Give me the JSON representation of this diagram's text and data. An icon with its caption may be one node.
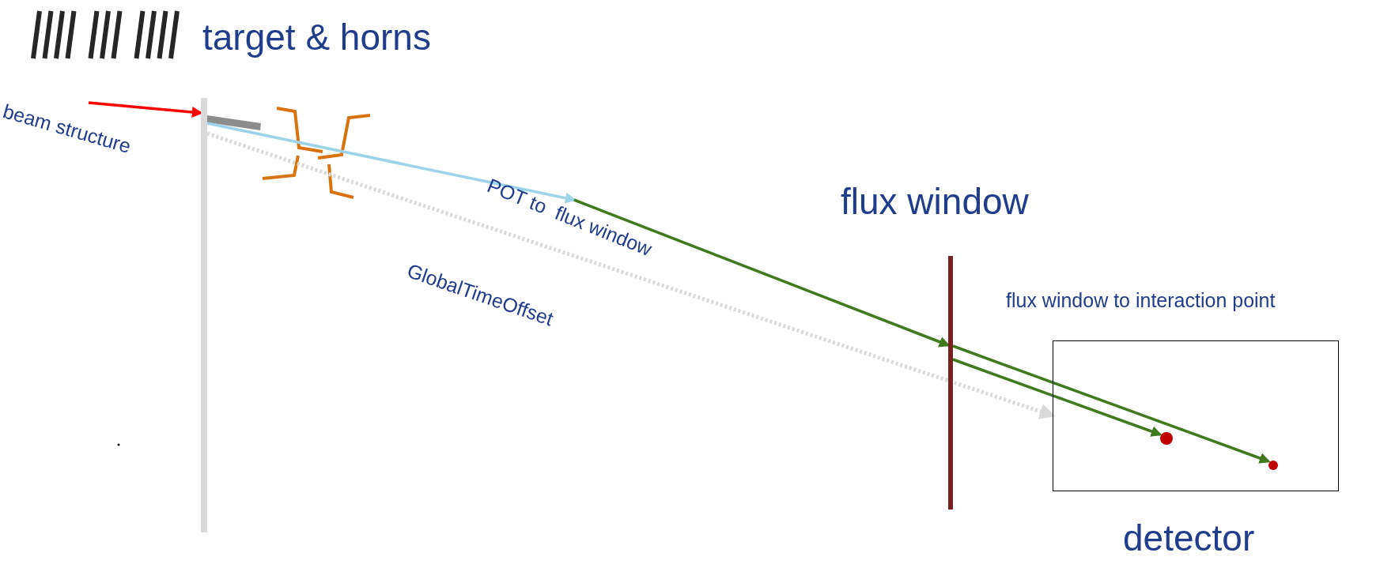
{
  "diagram": {
    "nodes": [
      {
        "text": [
          "beam structure"
        ]
      },
      {
        "text": [
          "target & horns"
        ]
      },
      {
        "text": [
          "flux window"
        ]
      },
      {
        "text": [
          "detector"
        ]
      },
      {
        "text": [],
        "shape": "circle",
        "in": 3
      },
      {
        "text": [],
        "shape": "circle",
        "in": 3
      },
      {
        "text": [
          "POT to  flux window"
        ]
      }
    ],
    "edges": [
      {
        "from": 0,
        "to": 1,
        "arrow": "to",
        "color": "#ff0000"
      },
      {
        "from": 1,
        "to": 6,
        "arrow": "to",
        "color": "#9dd3e8"
      },
      {
        "from": 6,
        "to": 2,
        "arrow": "to"
      },
      {
        "from": 1,
        "to": 3,
        "arrow": "to",
        "style": "dashed",
        "color": "#d9d9d9",
        "label": "GlobalTimeOffset"
      },
      {
        "from": 2,
        "to": 5,
        "arrow": "to"
      },
      {
        "from": 2,
        "to": 4,
        "arrow": "to"
      }
    ],
    "labels": [
      "flux window to interaction point"
    ]
  }
}
